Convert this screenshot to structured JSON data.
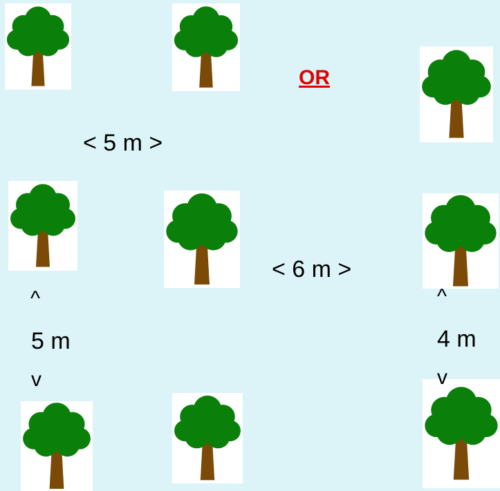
{
  "or_label": "OR",
  "colors": {
    "canopy": "#0a800a",
    "trunk": "#7a4a06",
    "background": "#dcf3f8",
    "or": "#e00000"
  },
  "measurements": {
    "left_horizontal": "< 5 m >",
    "right_horizontal": "< 6 m >",
    "left_vertical": "5 m",
    "right_vertical": "4 m",
    "arrow_up": "^",
    "arrow_down": "v"
  },
  "icons": [
    "tree-icon"
  ]
}
